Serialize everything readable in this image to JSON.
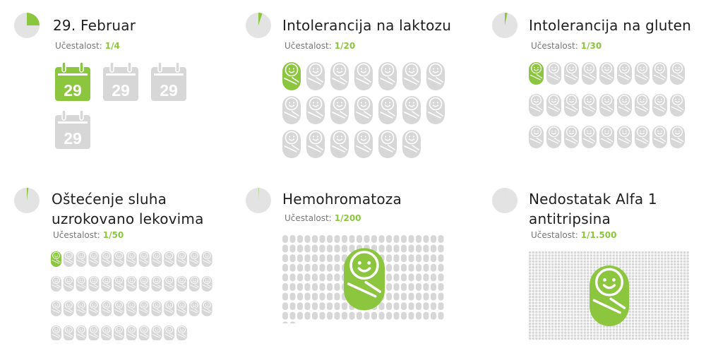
{
  "accent_color": "#8cc63f",
  "gray_color": "#d7d7d7",
  "frequency_label": "Učestalost:",
  "panels": [
    {
      "title": "29. Februar",
      "frequency": "1/4",
      "fraction": 0.25,
      "icon": "calendar-icon",
      "icon_count": 4,
      "icon_text": "29"
    },
    {
      "title": "Intolerancija na laktozu",
      "frequency": "1/20",
      "fraction": 0.05,
      "icon": "baby-icon",
      "icon_count": 20
    },
    {
      "title": "Intolerancija na gluten",
      "frequency": "1/30",
      "fraction": 0.0333,
      "icon": "baby-icon",
      "icon_count": 30
    },
    {
      "title": "Oštećenje sluha uzrokovano lekovima",
      "frequency": "1/50",
      "fraction": 0.02,
      "icon": "baby-icon",
      "icon_count": 50
    },
    {
      "title": "Hemohromatoza",
      "frequency": "1/200",
      "fraction": 0.005,
      "icon": "baby-icon",
      "icon_count": 200
    },
    {
      "title": "Nedostatak Alfa 1 antitripsina",
      "frequency": "1/1.500",
      "fraction": 0.000667,
      "icon": "baby-icon",
      "icon_count": 1500
    }
  ]
}
